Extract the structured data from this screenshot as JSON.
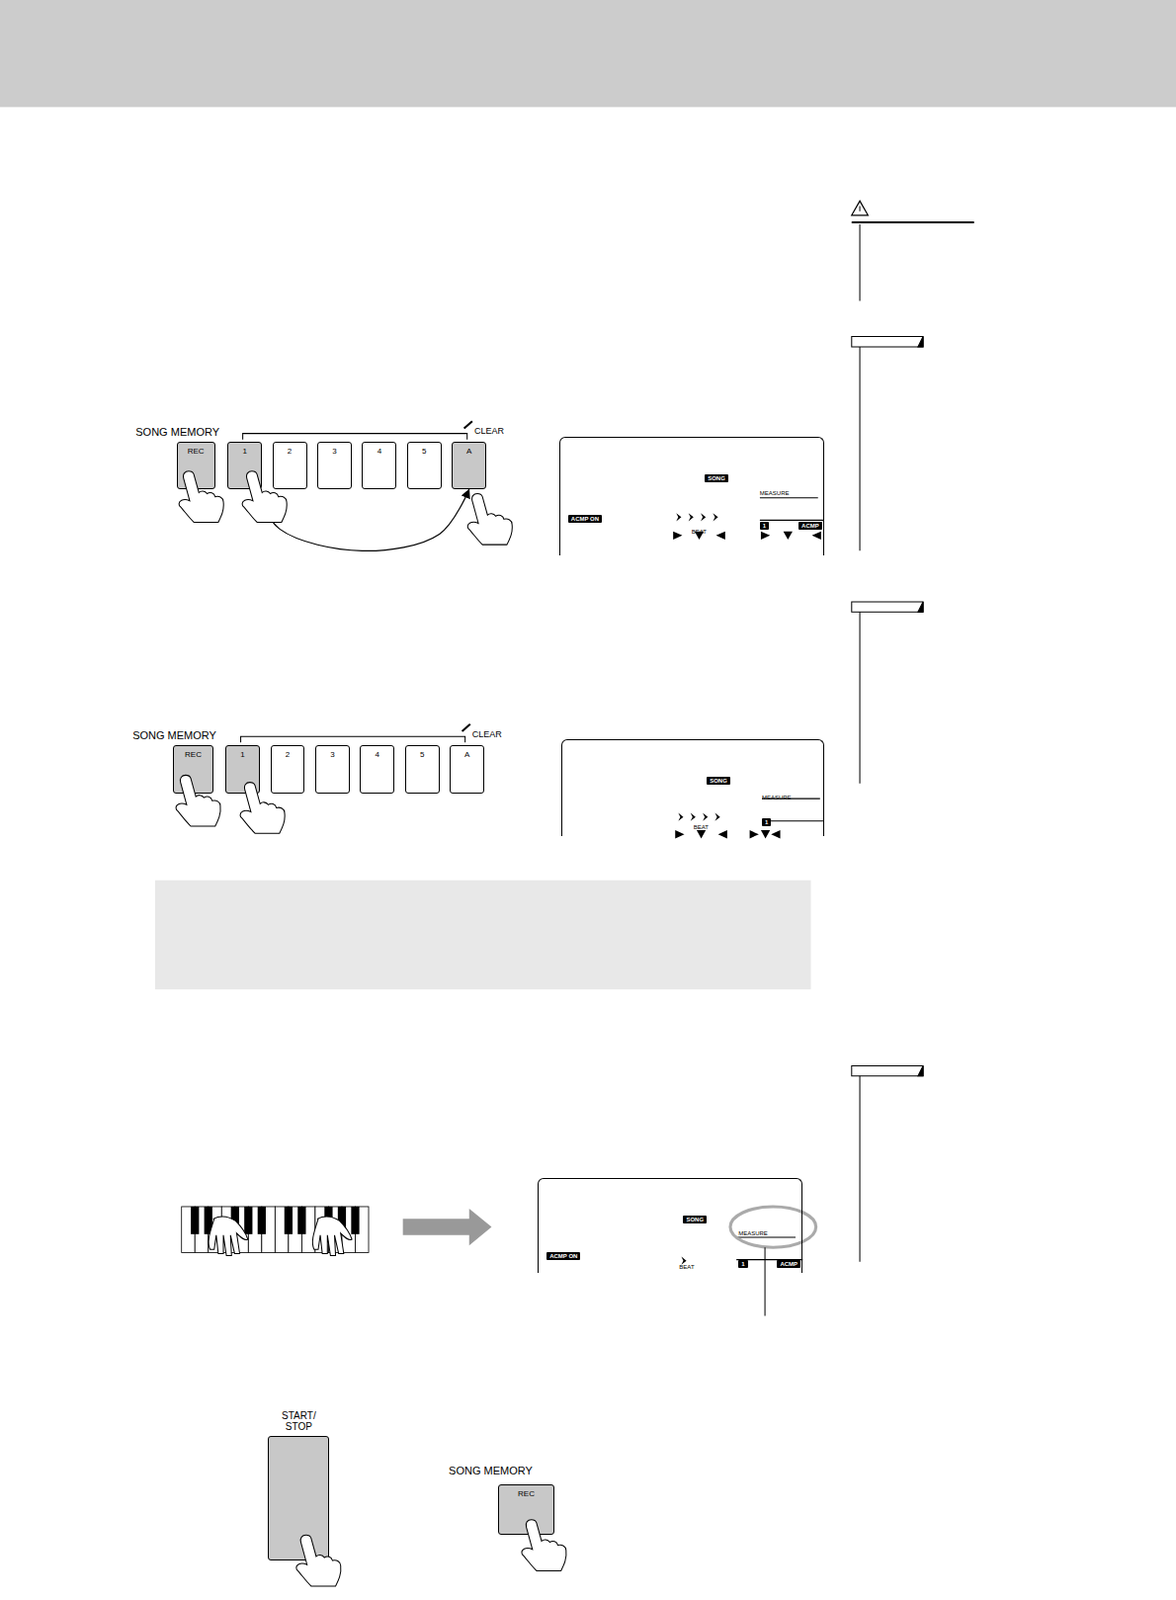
{
  "diagram": {
    "nodes": [
      {
        "text": [
          "REC"
        ]
      },
      {
        "text": [
          "1"
        ]
      },
      {
        "text": [
          "2"
        ]
      },
      {
        "text": [
          "3"
        ]
      },
      {
        "text": [
          "4"
        ]
      },
      {
        "text": [
          "5"
        ]
      },
      {
        "text": [
          "A"
        ]
      },
      {
        "text": [
          "SONG",
          "MEASURE",
          "ACMP ON",
          "BEAT",
          "1",
          "ACMP"
        ]
      },
      {
        "text": [
          "REC"
        ]
      },
      {
        "text": [
          "1"
        ]
      },
      {
        "text": [
          "2"
        ]
      },
      {
        "text": [
          "3"
        ]
      },
      {
        "text": [
          "4"
        ]
      },
      {
        "text": [
          "5"
        ]
      },
      {
        "text": [
          "A"
        ]
      },
      {
        "text": [
          "SONG",
          "MEASURE",
          "BEAT",
          "1"
        ]
      },
      {
        "text": [
          "SONG",
          "MEASURE",
          "ACMP ON",
          "BEAT",
          "1",
          "ACMP"
        ]
      },
      {
        "text": [
          "START/ STOP"
        ]
      },
      {
        "text": [
          "REC"
        ]
      }
    ],
    "edges": [
      {
        "from": 1,
        "to": 6,
        "arrow": "to"
      }
    ],
    "labels": [
      "SONG MEMORY",
      "CLEAR",
      "SONG MEMORY",
      "CLEAR",
      "SONG MEMORY"
    ]
  }
}
